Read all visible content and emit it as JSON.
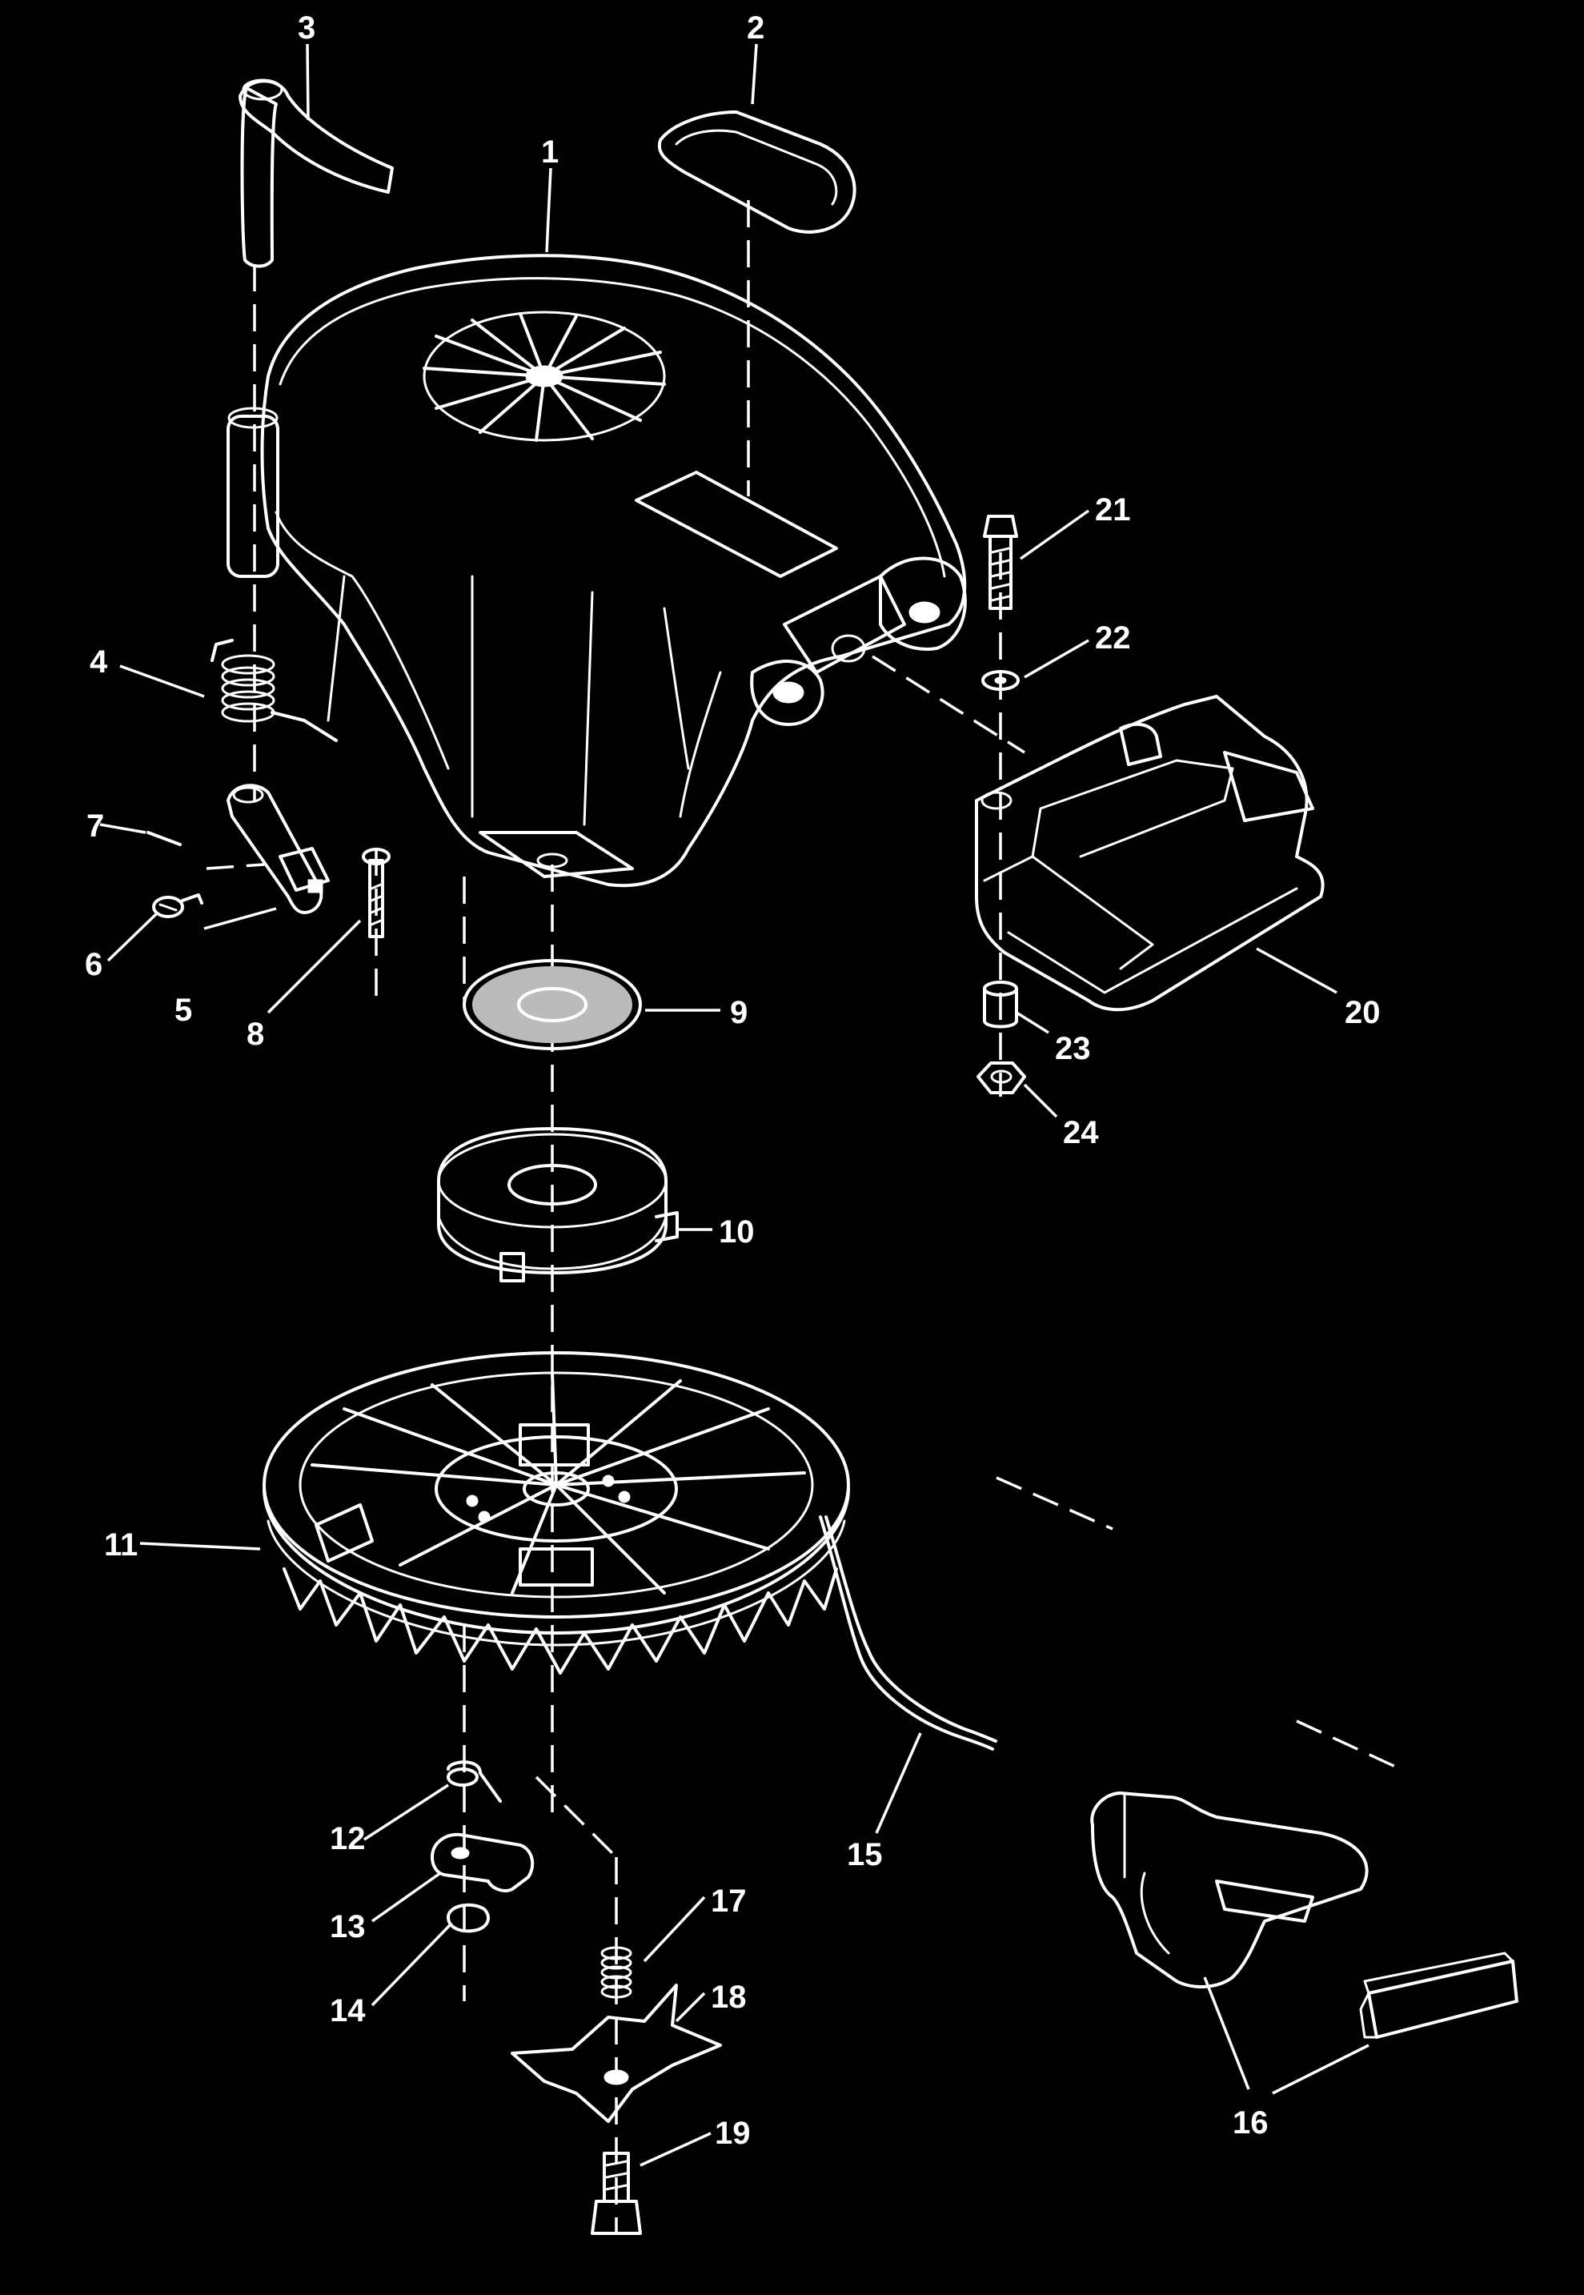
{
  "colors": {
    "background": "#000000",
    "linework": "#ffffff"
  },
  "callouts": {
    "c1": "1",
    "c2": "2",
    "c3": "3",
    "c4": "4",
    "c5": "5",
    "c6": "6",
    "c7": "7",
    "c8": "8",
    "c9": "9",
    "c10": "10",
    "c11": "11",
    "c12": "12",
    "c13": "13",
    "c14": "14",
    "c15": "15",
    "c16": "16",
    "c17": "17",
    "c18": "18",
    "c19": "19",
    "c20": "20",
    "c21": "21",
    "c22": "22",
    "c23": "23",
    "c24": "24"
  }
}
